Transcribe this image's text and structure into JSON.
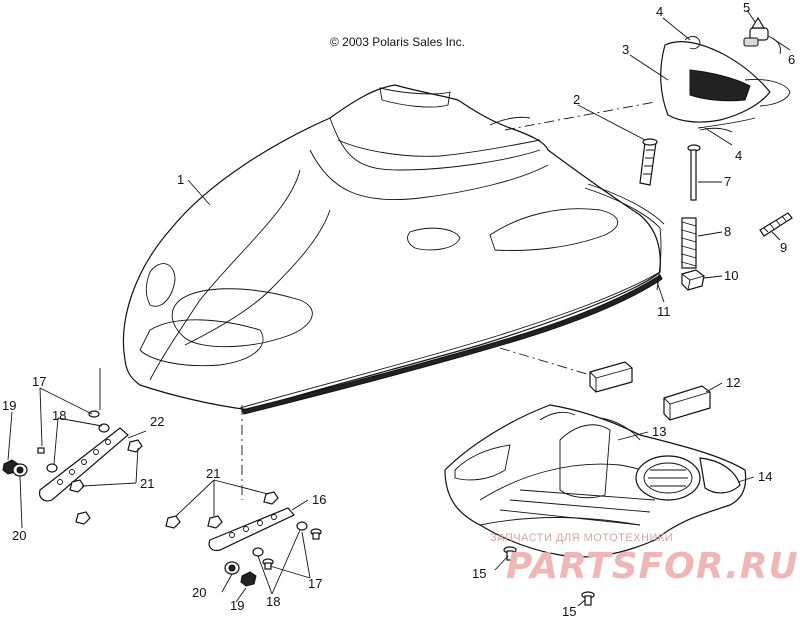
{
  "copyright": "© 2003 Polaris Sales Inc.",
  "watermark": {
    "top_text": "ЗАПЧАСТИ ДЛЯ МОТОТЕХНИКИ",
    "main_text": "PARTSFOR.RU"
  },
  "callouts": {
    "c1": "1",
    "c2": "2",
    "c3": "3",
    "c4a": "4",
    "c4b": "4",
    "c5": "5",
    "c6": "6",
    "c7": "7",
    "c8": "8",
    "c9": "9",
    "c10": "10",
    "c11": "11",
    "c12": "12",
    "c13": "13",
    "c14": "14",
    "c15a": "15",
    "c15b": "15",
    "c16": "16",
    "c17a": "17",
    "c17b": "17",
    "c18a": "18",
    "c18b": "18",
    "c19a": "19",
    "c19b": "19",
    "c20a": "20",
    "c20b": "20",
    "c21a": "21",
    "c21b": "21",
    "c22": "22"
  }
}
